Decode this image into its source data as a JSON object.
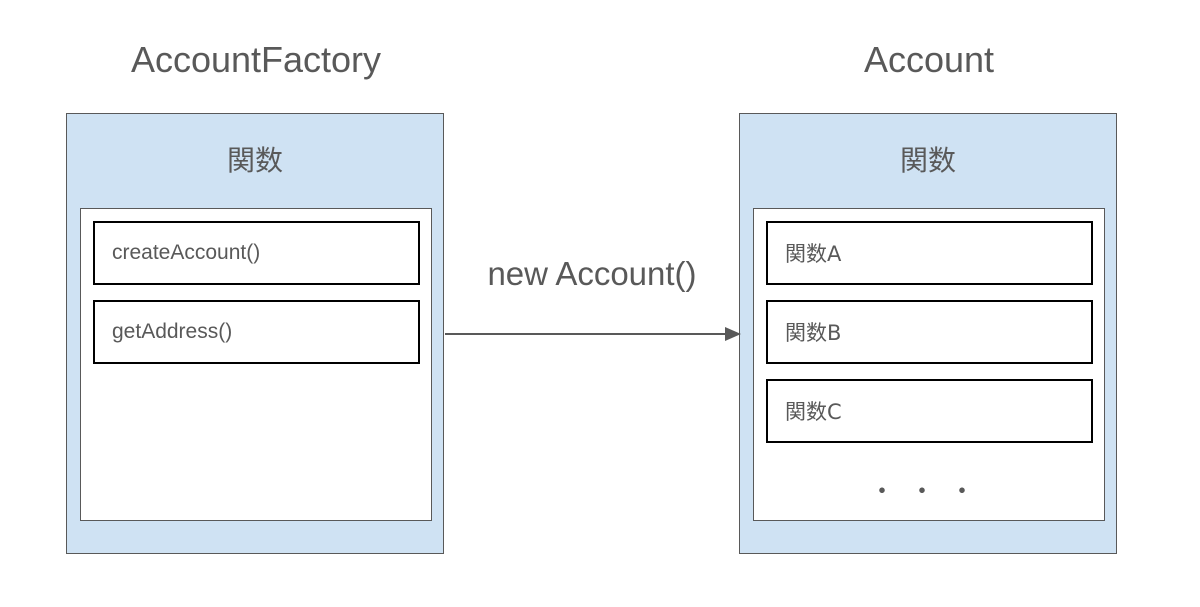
{
  "diagram": {
    "left_class": {
      "title": "AccountFactory",
      "section_label": "関数",
      "methods": [
        "createAccount()",
        "getAddress()"
      ]
    },
    "right_class": {
      "title": "Account",
      "section_label": "関数",
      "methods": [
        "関数A",
        "関数B",
        "関数C"
      ],
      "more": "・・・"
    },
    "connector": {
      "label": "new Account()",
      "direction": "left-to-right"
    },
    "colors": {
      "box_fill": "#cfe2f3",
      "box_stroke": "#595959",
      "method_stroke": "#000000",
      "text": "#595959"
    }
  }
}
